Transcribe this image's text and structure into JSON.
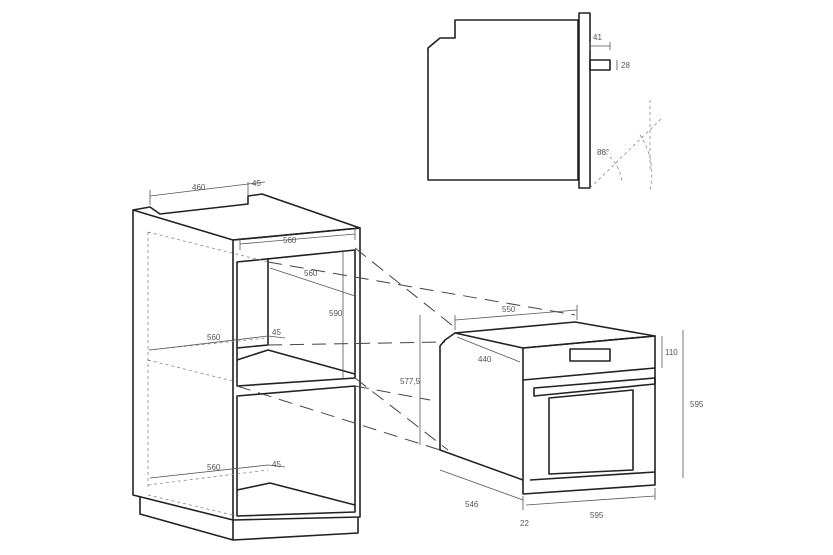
{
  "side_view": {
    "handle_depth": "41",
    "handle_height": "28",
    "door_angle": "88°"
  },
  "cabinet": {
    "top_depth": "460",
    "top_gap": "45",
    "front_width": "560",
    "inner_depth": "560",
    "opening_height": "590",
    "shelf_depth_upper": "560",
    "shelf_gap_upper": "45",
    "shelf_depth_lower": "560",
    "shelf_gap_lower": "45",
    "install_height": "577,5"
  },
  "oven": {
    "body_width": "550",
    "body_depth": "440",
    "panel_height": "110",
    "total_height": "595",
    "total_depth": "546",
    "front_thickness": "22",
    "front_width": "595"
  }
}
